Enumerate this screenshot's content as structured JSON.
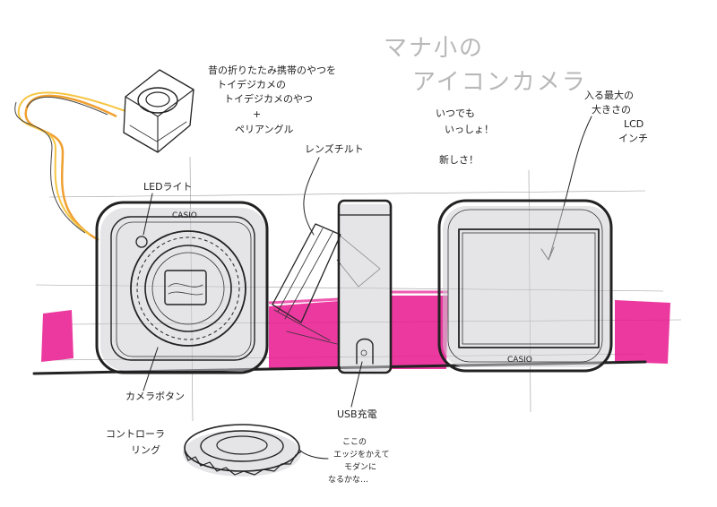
{
  "title": {
    "line1": "マナ小の",
    "line2": "アイコンカメラ"
  },
  "notes": {
    "strap_note": [
      "昔の折りたたみ携帯のやつを",
      "トイデジカメの",
      "トイデジカメのやつ",
      "+",
      "ペリアングル"
    ],
    "anytime": [
      "いつでも",
      "いっしょ！"
    ],
    "fresh": "新しさ！",
    "lcd_note": [
      "入る最大の",
      "大きさの",
      "LCD",
      "インチ"
    ],
    "led_light": "LEDライト",
    "lens_tilt": "レンズチルト",
    "camera_button": "カメラボタン",
    "controller_ring": [
      "コントローラ",
      "リング"
    ],
    "usb_charge": "USB充電",
    "cap_note": [
      "ここの",
      "エッジをかえて",
      "モダンに",
      "なるかな…"
    ],
    "brand_front": "CASIO",
    "brand_back": "CASIO"
  },
  "colors": {
    "marker_pink": "#e8168f",
    "ink": "#222222",
    "pencil": "#9a9a9a",
    "strap_yellow": "#f5c542",
    "strap_orange": "#f0a030"
  }
}
